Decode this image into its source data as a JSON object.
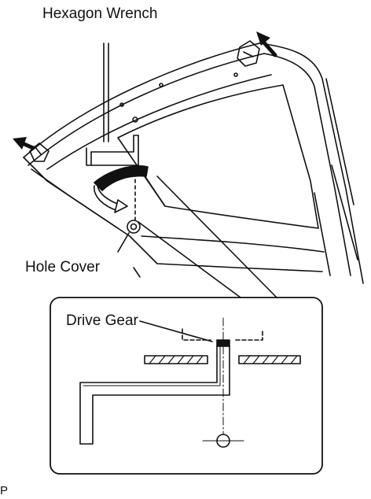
{
  "labels": {
    "hexagon_wrench": "Hexagon Wrench",
    "hole_cover": "Hole Cover",
    "drive_gear": "Drive Gear",
    "figure_code": "P"
  },
  "colors": {
    "ink": "#111111",
    "background": "#ffffff"
  }
}
